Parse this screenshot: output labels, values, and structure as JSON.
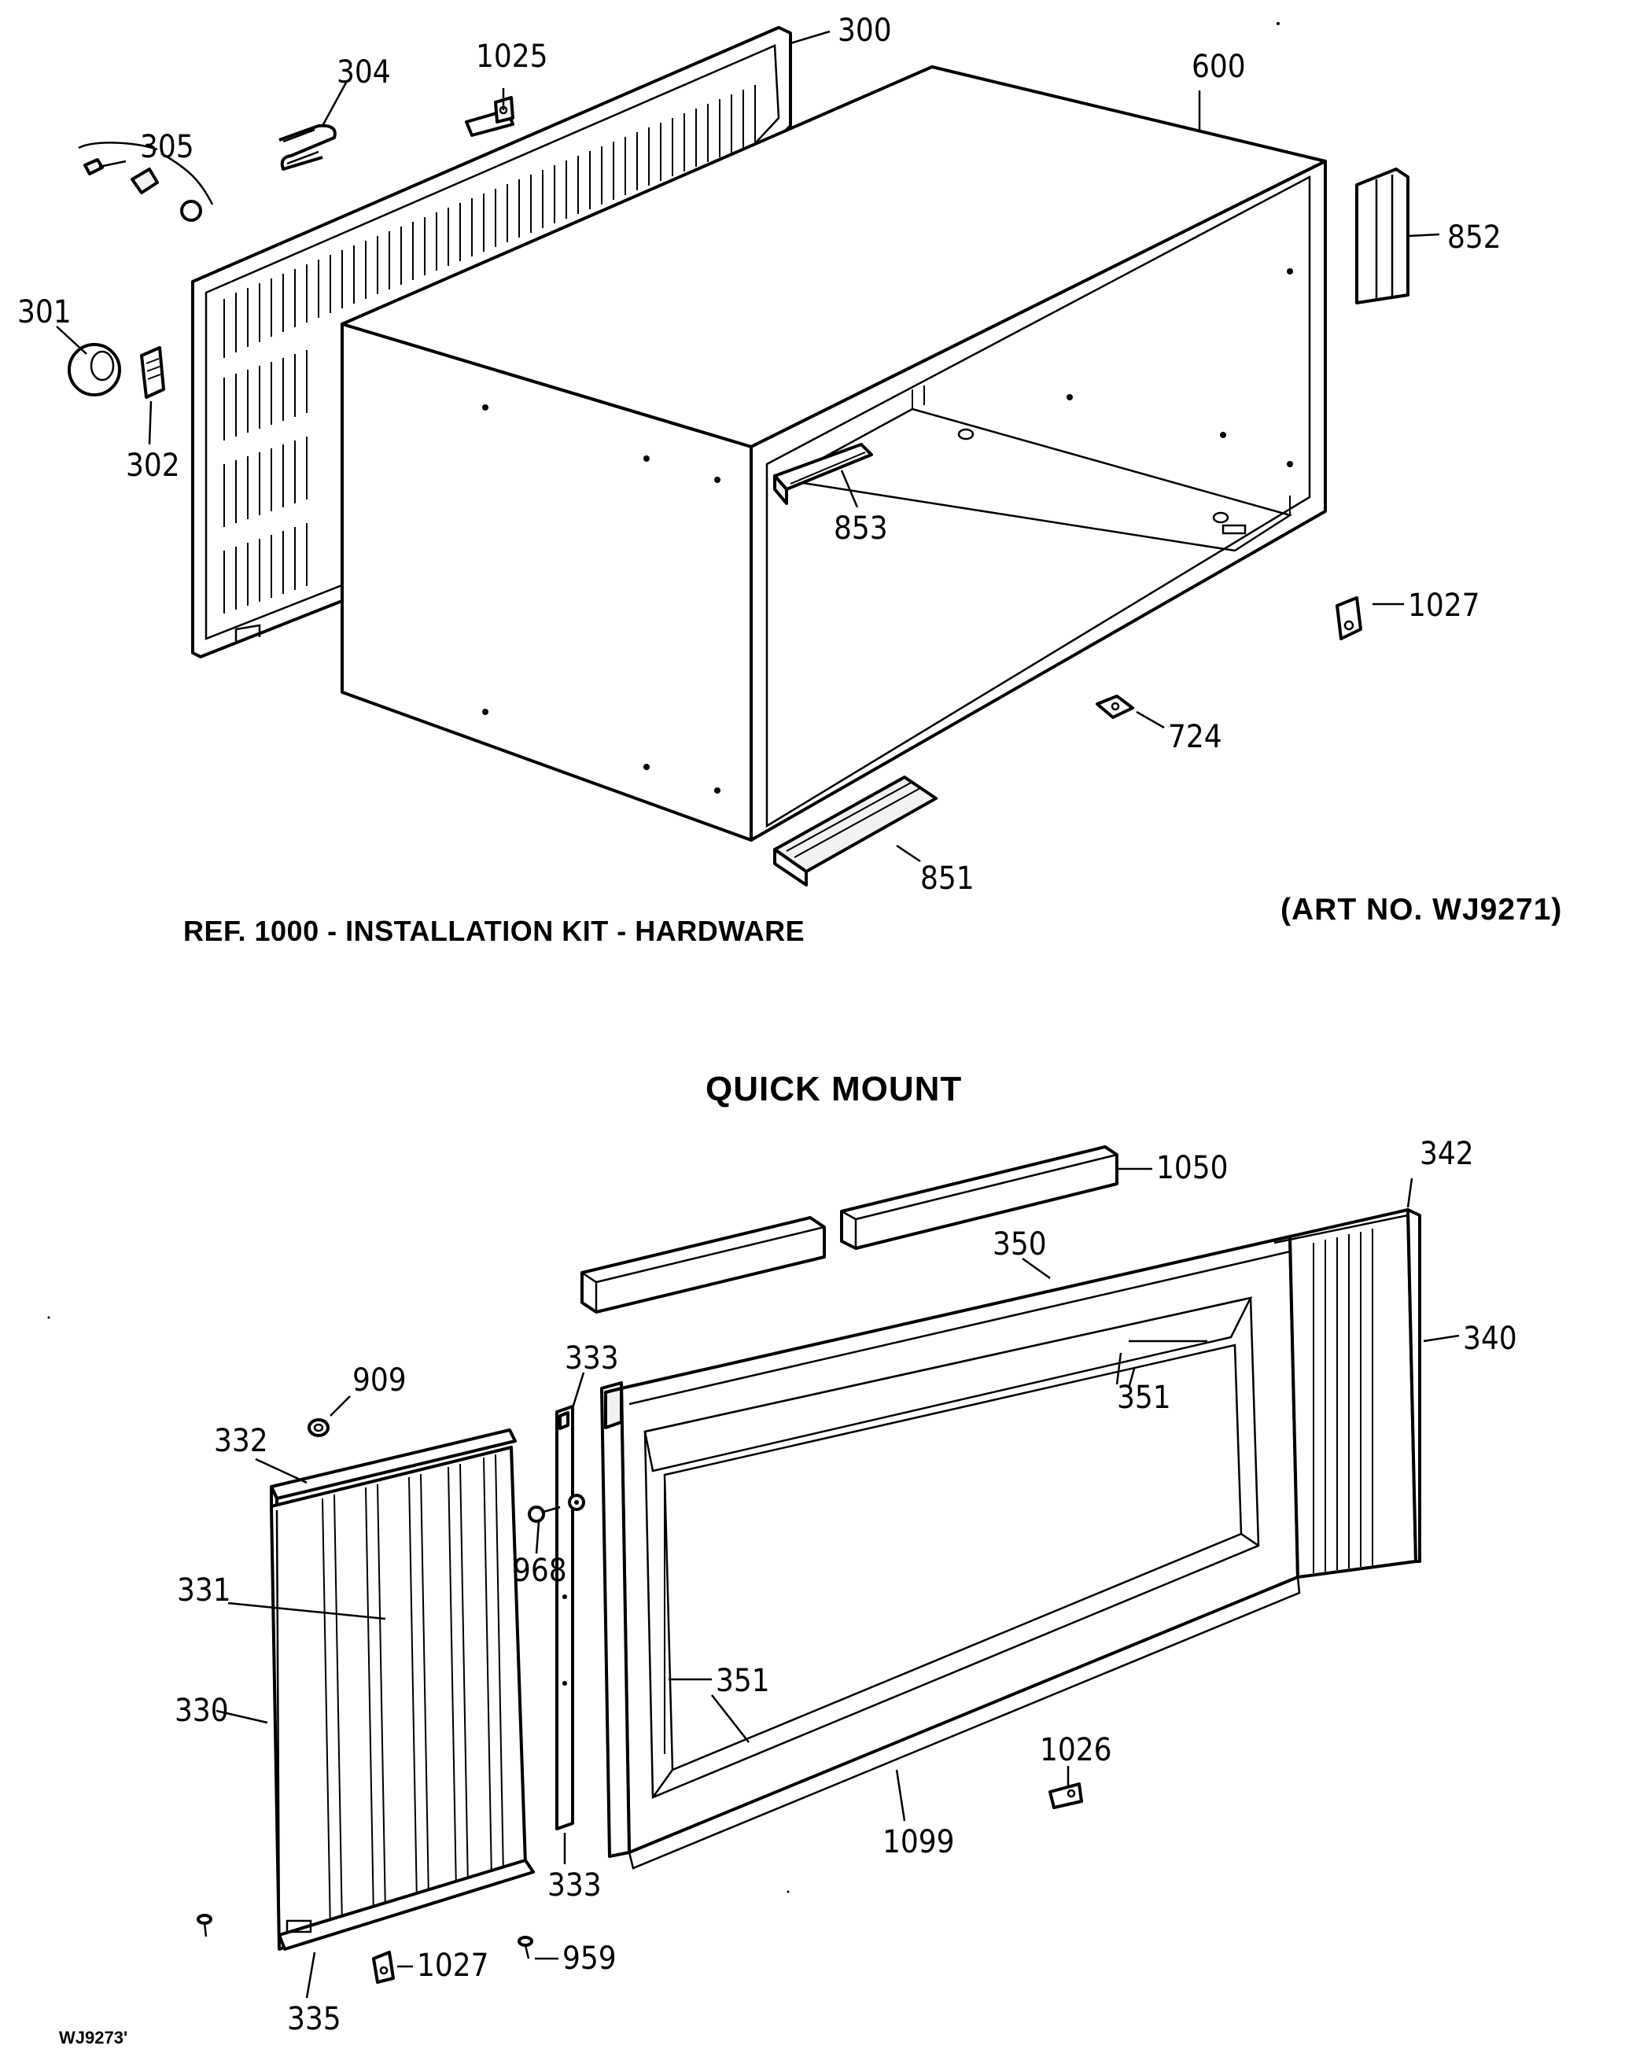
{
  "captions": {
    "installation_kit": "REF. 1000 - INSTALLATION KIT - HARDWARE",
    "art_number": "(ART NO. WJ9271)",
    "quick_mount": "QUICK MOUNT",
    "drawing_code": "WJ9273'"
  },
  "part_labels": {
    "p300": "300",
    "p304": "304",
    "p1025": "1025",
    "p600": "600",
    "p305": "305",
    "p852": "852",
    "p301": "301",
    "p302": "302",
    "p853": "853",
    "p1027a": "1027",
    "p724": "724",
    "p851": "851",
    "p1050": "1050",
    "p342": "342",
    "p350": "350",
    "p340": "340",
    "p909": "909",
    "p333a": "333",
    "p351a": "351",
    "p332": "332",
    "p968": "968",
    "p331": "331",
    "p351b": "351",
    "p330": "330",
    "p1026": "1026",
    "p1099": "1099",
    "p333b": "333",
    "p959": "959",
    "p1027b": "1027",
    "p335": "335"
  }
}
